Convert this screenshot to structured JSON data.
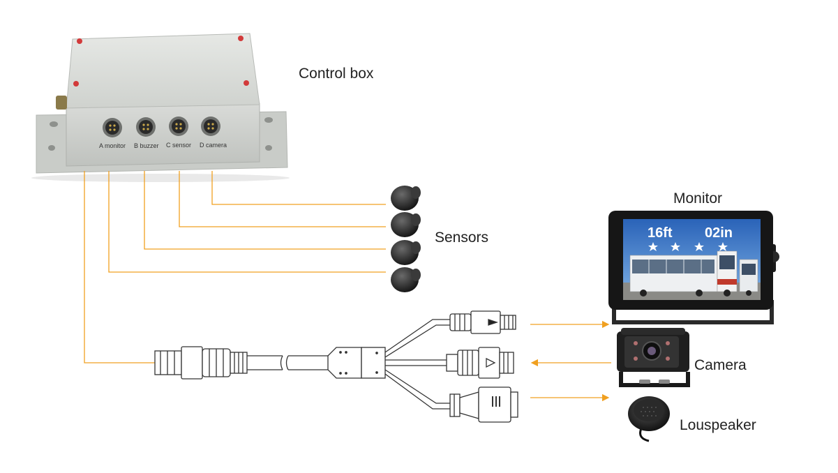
{
  "labels": {
    "control_box": "Control box",
    "sensors": "Sensors",
    "monitor": "Monitor",
    "camera": "Camera",
    "loudspeaker": "Louspeaker"
  },
  "ports": [
    "A monitor",
    "B buzzer",
    "C sensor",
    "D camera"
  ],
  "monitor_screen": {
    "distance_ft": "16ft",
    "distance_in": "02in"
  },
  "colors": {
    "wire": "#f0a020",
    "box": "#d7d9d6",
    "screen_sky": "#2f6fc4"
  }
}
